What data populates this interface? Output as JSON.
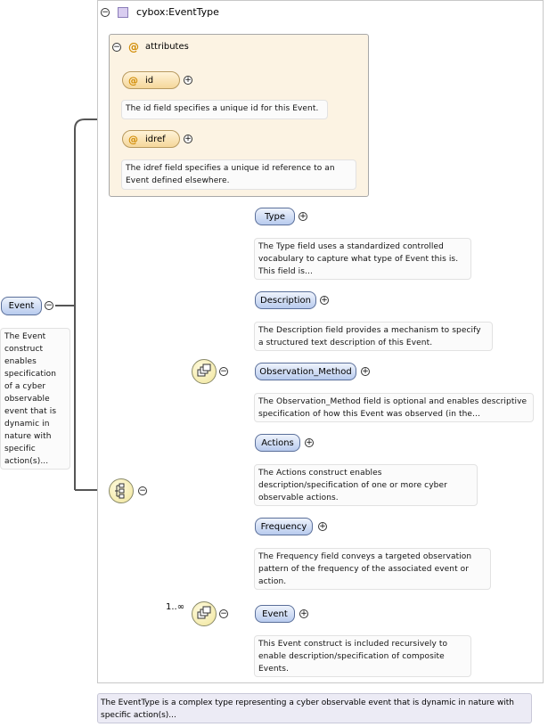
{
  "root": {
    "label": "Event",
    "doc": "The Event construct enables specification of a cyber observable event that is dynamic in nature with specific action(s)..."
  },
  "type": {
    "name": "cybox:EventType",
    "doc": "The EventType is a complex type representing a cyber observable event that is dynamic in nature with specific action(s)..."
  },
  "attributes": {
    "label": "attributes",
    "at_symbol": "@",
    "items": [
      {
        "label": "id",
        "doc": "The id field specifies a unique id for this Event."
      },
      {
        "label": "idref",
        "doc": "The idref field specifies a unique id reference to an Event defined elsewhere."
      }
    ]
  },
  "sequence": {
    "elements": [
      {
        "label": "Type",
        "doc": "The Type field uses a standardized controlled vocabulary to capture what type of Event this is. This field is..."
      },
      {
        "label": "Description",
        "doc": "The Description field provides a mechanism to specify a structured text description of this Event."
      },
      {
        "label": "Observation_Method",
        "doc": "The Observation_Method field is optional and enables descriptive specification of how this Event was observed (in the..."
      },
      {
        "label": "Actions",
        "doc": "The Actions construct enables description/specification of one or more cyber observable actions."
      },
      {
        "label": "Frequency",
        "doc": "The Frequency field conveys a targeted observation pattern of the frequency of the associated event or action."
      }
    ]
  },
  "recursive": {
    "cardinality": "1..∞",
    "label": "Event",
    "doc": "This Event construct is included recursively to enable description/specification of composite Events."
  },
  "symbols": {
    "collapse": "−",
    "expand": "+"
  },
  "colors": {
    "attr_bg": "#fcf3e3",
    "element_pill": "#b8cbee",
    "compositor": "#f0e59a"
  }
}
